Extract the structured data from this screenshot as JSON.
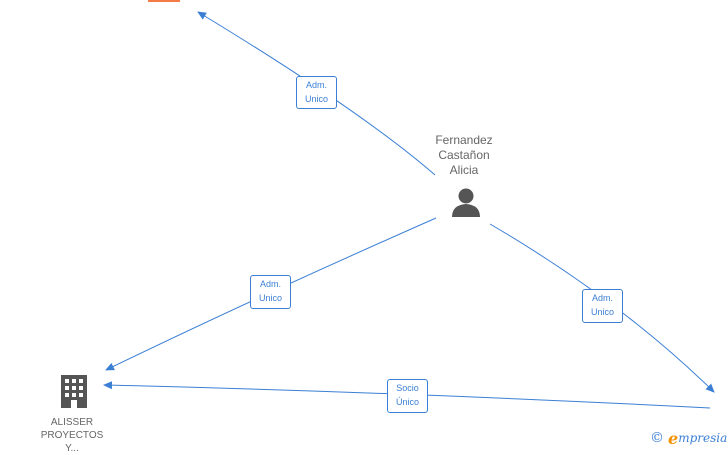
{
  "colors": {
    "edge": "#3b7fd4",
    "node_icon": "#555555",
    "node_text": "#666666",
    "company_marker": "#f47b45",
    "brand_orange": "#f39200"
  },
  "nodes": {
    "person": {
      "name_lines": [
        "Fernandez",
        "Castañon",
        "Alicia"
      ],
      "icon": "person-icon"
    },
    "company": {
      "name_lines": [
        "ALISSER",
        "PROYECTOS",
        "Y..."
      ],
      "icon": "building-icon"
    }
  },
  "edges": [
    {
      "id": "e1",
      "label_lines": [
        "Adm.",
        "Unico"
      ]
    },
    {
      "id": "e2",
      "label_lines": [
        "Adm.",
        "Unico"
      ]
    },
    {
      "id": "e3",
      "label_lines": [
        "Adm.",
        "Unico"
      ]
    },
    {
      "id": "e4",
      "label_lines": [
        "Socio",
        "Único"
      ]
    }
  ],
  "footer": {
    "copyright_symbol": "©",
    "brand_initial": "e",
    "brand_rest": "mpresia"
  }
}
